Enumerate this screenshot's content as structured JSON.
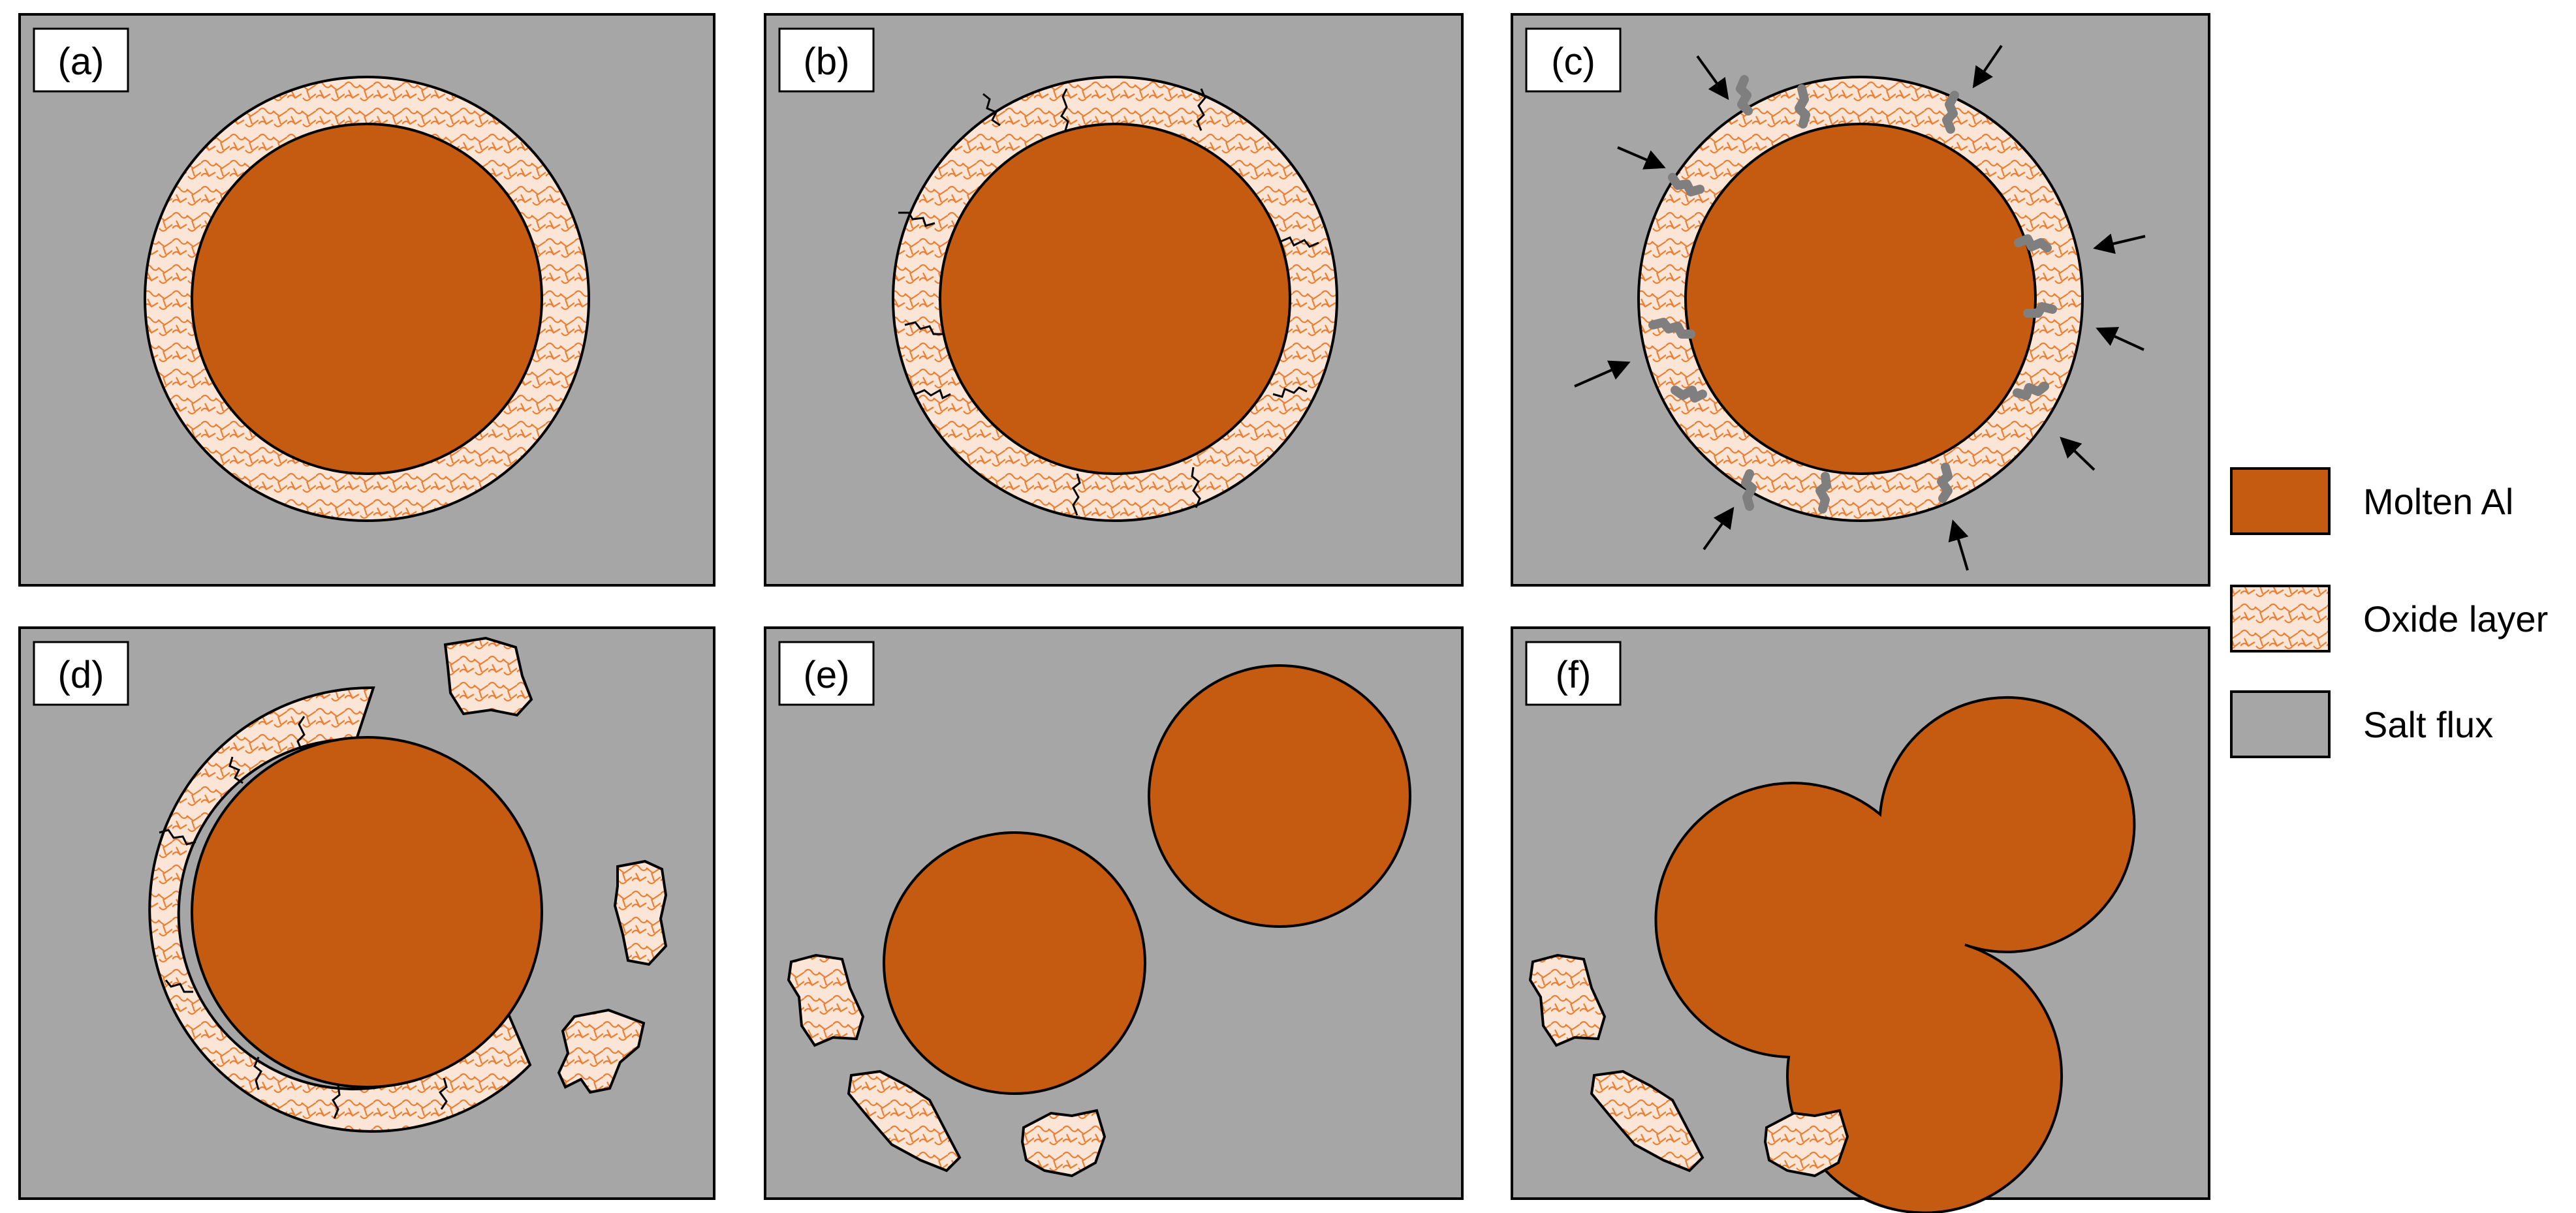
{
  "panels": {
    "a": {
      "label": "(a)"
    },
    "b": {
      "label": "(b)"
    },
    "c": {
      "label": "(c)"
    },
    "d": {
      "label": "(d)"
    },
    "e": {
      "label": "(e)"
    },
    "f": {
      "label": "(f)"
    }
  },
  "legend": {
    "items": [
      {
        "label": "Molten Al",
        "color": "#c55a11"
      },
      {
        "label": "Oxide layer",
        "color": "#fbe5d6"
      },
      {
        "label": "Salt flux",
        "color": "#a6a6a6"
      }
    ]
  },
  "colors": {
    "molten_al": "#c55a11",
    "oxide": "#fbe5d6",
    "oxide_pattern": "#ed7d31",
    "salt_flux": "#a6a6a6",
    "crack_infiltration": "#7f7f7f",
    "outline": "#000000"
  }
}
